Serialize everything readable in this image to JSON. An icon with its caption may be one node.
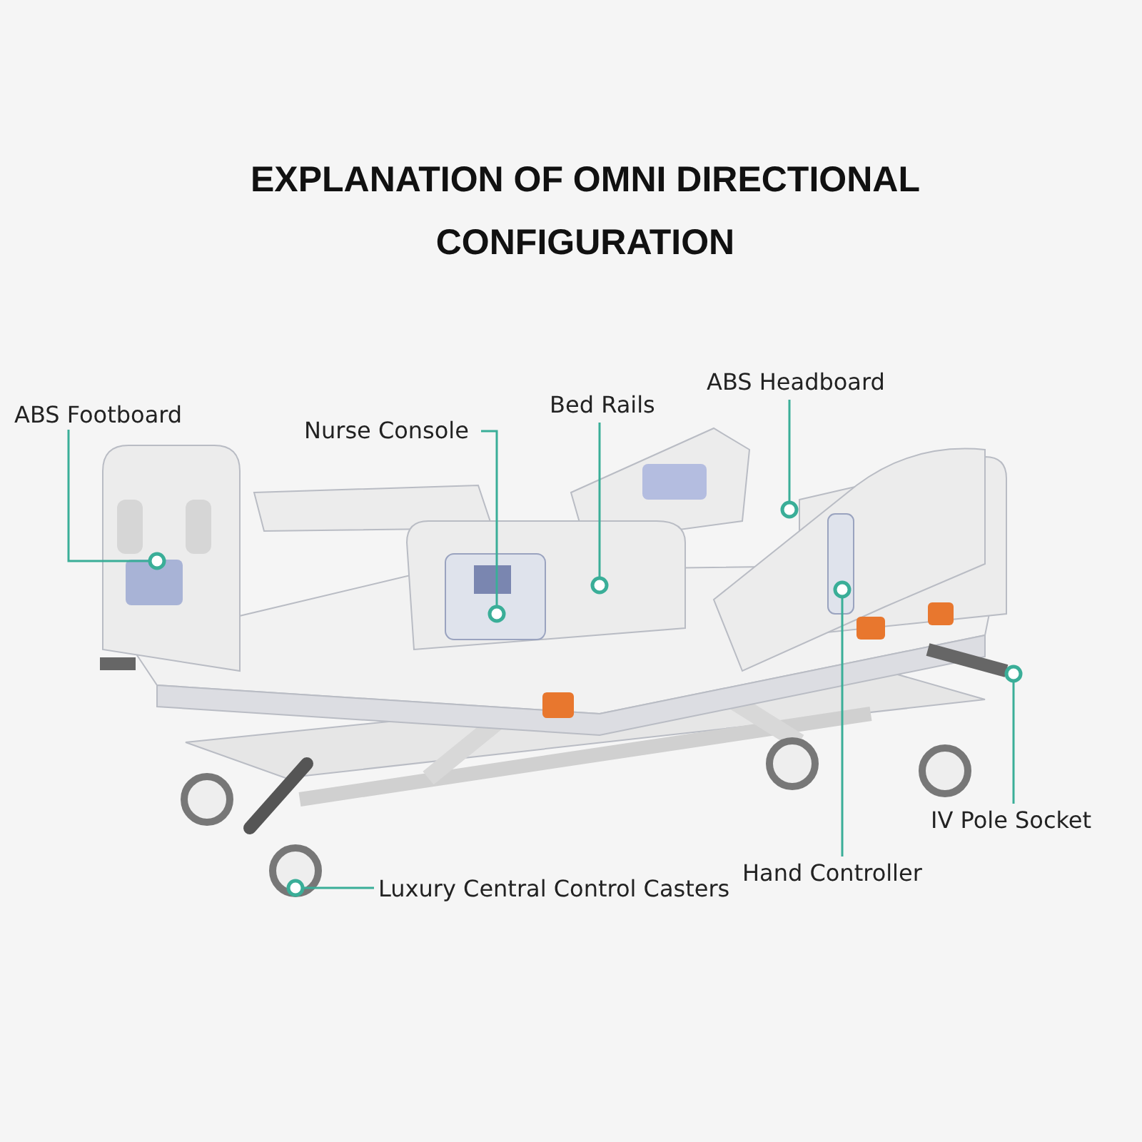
{
  "diagram": {
    "title": "EXPLANATION OF OMNI DIRECTIONAL CONFIGURATION",
    "nodes": [
      {
        "text": [
          "ABS Footboard"
        ]
      },
      {
        "text": [
          "Nurse Console"
        ]
      },
      {
        "text": [
          "Bed Rails"
        ]
      },
      {
        "text": [
          "ABS Headboard"
        ]
      },
      {
        "text": [
          "IV Pole Socket"
        ]
      },
      {
        "text": [
          "Hand Controller"
        ]
      },
      {
        "text": [
          "Luxury Central Control Casters"
        ]
      }
    ],
    "edges": [
      {
        "from": 0,
        "to": null,
        "arrow": "other"
      },
      {
        "from": 1,
        "to": null,
        "arrow": "other"
      },
      {
        "from": 2,
        "to": null,
        "arrow": "other"
      },
      {
        "from": 3,
        "to": null,
        "arrow": "other"
      },
      {
        "from": 4,
        "to": null,
        "arrow": "other"
      },
      {
        "from": 5,
        "to": null,
        "arrow": "other"
      },
      {
        "from": 6,
        "to": null,
        "arrow": "other"
      }
    ]
  }
}
